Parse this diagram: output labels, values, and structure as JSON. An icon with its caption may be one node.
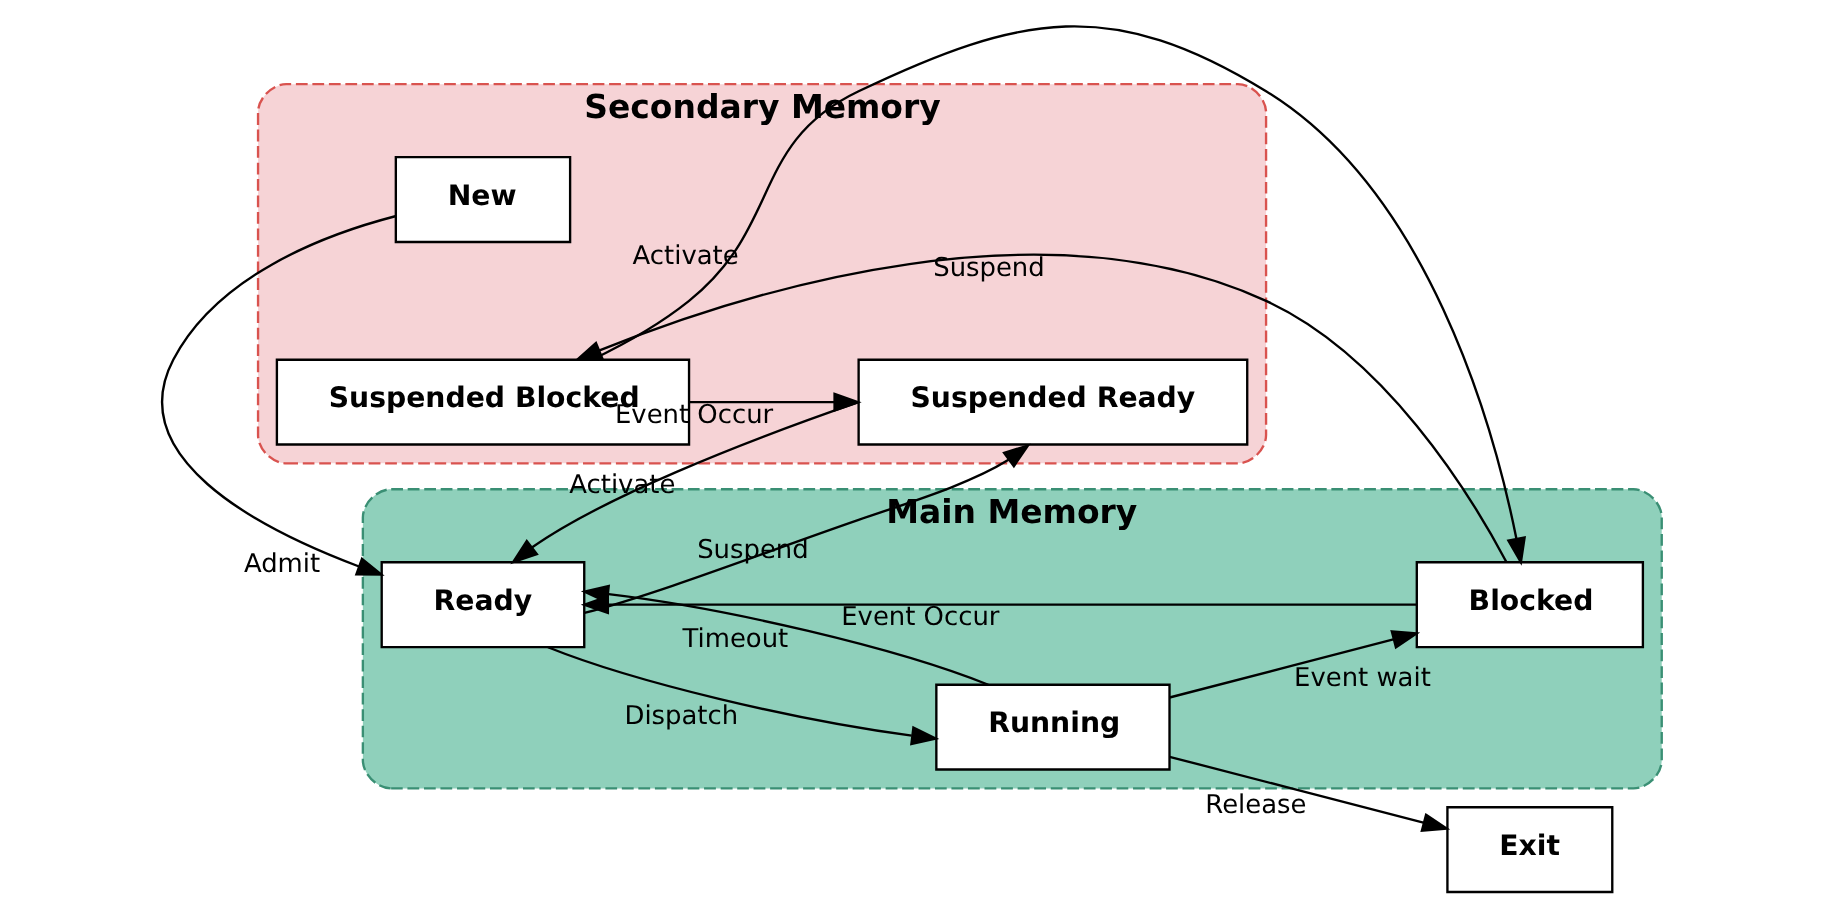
{
  "diagram": {
    "nodes": [
      {
        "text": [
          "Secondary Memory"
        ]
      },
      {
        "text": [
          "New"
        ],
        "in": 0
      },
      {
        "text": [
          "Suspended Ready"
        ],
        "in": 0
      },
      {
        "text": [
          "Suspended Blocked"
        ],
        "in": 0
      },
      {
        "text": [
          "Main Memory"
        ]
      },
      {
        "text": [
          "Ready"
        ],
        "in": 4
      },
      {
        "text": [
          "Running"
        ],
        "in": 4
      },
      {
        "text": [
          "Blocked"
        ],
        "in": 4
      },
      {
        "text": [
          "Exit"
        ]
      }
    ],
    "edges": [
      {
        "from": 1,
        "to": 5,
        "arrow": "to",
        "label": "Admit"
      },
      {
        "from": 5,
        "to": 6,
        "arrow": "to",
        "label": "Dispatch"
      },
      {
        "from": 6,
        "to": 5,
        "arrow": "to",
        "label": "Timeout"
      },
      {
        "from": 6,
        "to": 8,
        "arrow": "to",
        "label": "Release"
      },
      {
        "from": 6,
        "to": 7,
        "arrow": "to",
        "label": "Event wait"
      },
      {
        "from": 7,
        "to": 5,
        "arrow": "to",
        "label": "Event Occur"
      },
      {
        "from": 2,
        "to": 5,
        "arrow": "to",
        "label": "Activate"
      },
      {
        "from": 5,
        "to": 2,
        "arrow": "to",
        "label": "Suspend"
      },
      {
        "from": 3,
        "to": 2,
        "arrow": "to",
        "label": "Event Occur"
      },
      {
        "from": 3,
        "to": 7,
        "arrow": "to",
        "label": "Activate"
      },
      {
        "from": 7,
        "to": 3,
        "arrow": "to",
        "label": "Suspend"
      }
    ]
  }
}
